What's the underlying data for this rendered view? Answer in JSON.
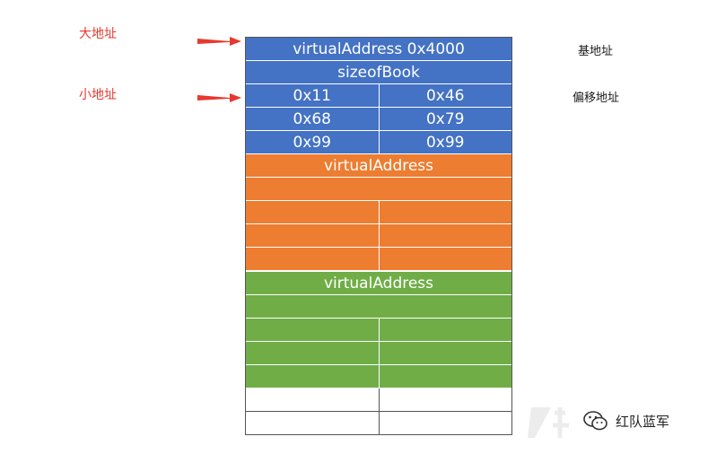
{
  "labels": {
    "big_address": "大地址",
    "small_address": "小地址",
    "base_address": "基地址",
    "offset_address": "偏移地址"
  },
  "colors": {
    "blue": "#4472c4",
    "orange": "#ed7d31",
    "green": "#70ad47",
    "arrow_red": "#e8382d"
  },
  "blue_block": {
    "header": "virtualAddress 0x4000",
    "size": "sizeofBook",
    "rows": [
      [
        "0x11",
        "0x46"
      ],
      [
        "0x68",
        "0x79"
      ],
      [
        "0x99",
        "0x99"
      ]
    ]
  },
  "orange_block": {
    "header": "virtualAddress"
  },
  "green_block": {
    "header": "virtualAddress"
  },
  "watermark": {
    "text": "红队蓝军",
    "icon": "wechat-icon"
  }
}
